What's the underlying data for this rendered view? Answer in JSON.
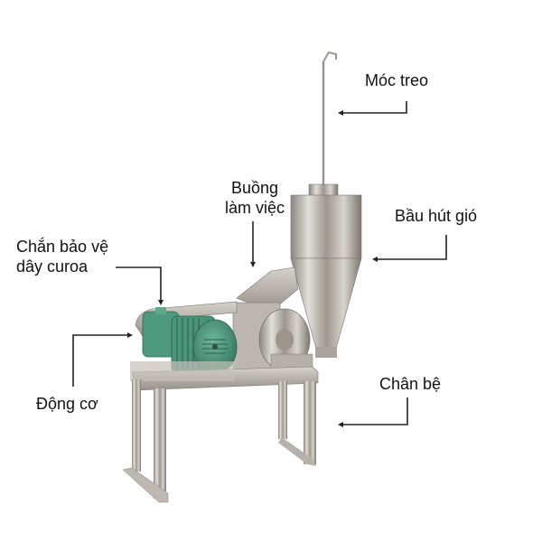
{
  "diagram": {
    "subject": "stainless steel grinding machine with cyclone",
    "labels": [
      {
        "id": "hook",
        "text": "Móc treo"
      },
      {
        "id": "cyclone",
        "text": "Bầu hút gió"
      },
      {
        "id": "chamber_line1",
        "text": "Buồng"
      },
      {
        "id": "chamber_line2",
        "text": "làm việc"
      },
      {
        "id": "belt_guard_line1",
        "text": "Chắn bảo vệ"
      },
      {
        "id": "belt_guard_line2",
        "text": "dây curoa"
      },
      {
        "id": "motor",
        "text": "Động cơ"
      },
      {
        "id": "base",
        "text": "Chân bệ"
      }
    ],
    "colors": {
      "background": "#ffffff",
      "text": "#111111",
      "leader_line": "#222222",
      "motor_green": "#4f9a7f",
      "steel_light": "#d9d6d0",
      "steel_mid": "#a8a49d",
      "steel_dark": "#6e6b66"
    }
  }
}
